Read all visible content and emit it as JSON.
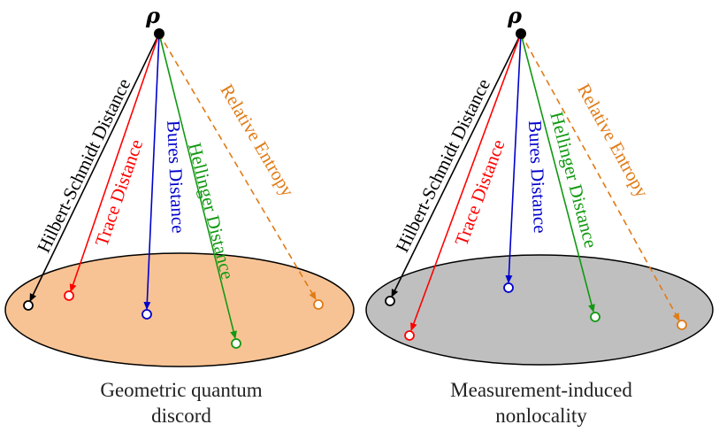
{
  "symbol": "ρ",
  "colors": {
    "hilbert_schmidt": "#000000",
    "trace": "#ff0000",
    "bures": "#0000cc",
    "hellinger": "#119911",
    "relative_entropy": "#e07b16",
    "left_ellipse_fill": "#f8c394",
    "right_ellipse_fill": "#bfbfbf"
  },
  "labels": {
    "hilbert_schmidt": "Hilbert-Schmidt Distance",
    "trace": "Trace Distance",
    "bures": "Bures Distance",
    "hellinger": "Hellinger Distance",
    "relative_entropy": "Relative Entropy"
  },
  "panels": [
    {
      "caption_line1": "Geometric quantum",
      "caption_line2": "discord"
    },
    {
      "caption_line1": "Measurement-induced",
      "caption_line2": "nonlocality"
    }
  ]
}
